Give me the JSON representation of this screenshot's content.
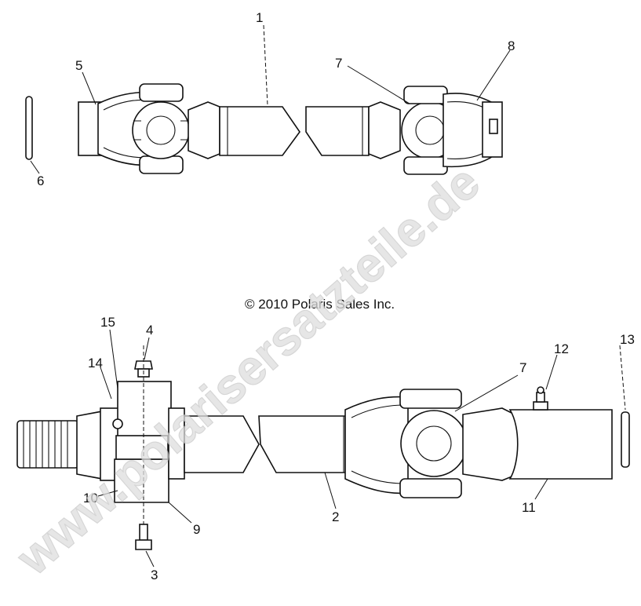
{
  "watermark": "www.polarisersatzteile.de",
  "copyright": "© 2010 Polaris Sales Inc.",
  "callouts": {
    "c1": "1",
    "c2": "2",
    "c3": "3",
    "c4": "4",
    "c5": "5",
    "c6": "6",
    "c7a": "7",
    "c7b": "7",
    "c8": "8",
    "c9": "9",
    "c10": "10",
    "c11": "11",
    "c12": "12",
    "c13": "13",
    "c14": "14",
    "c15": "15"
  }
}
